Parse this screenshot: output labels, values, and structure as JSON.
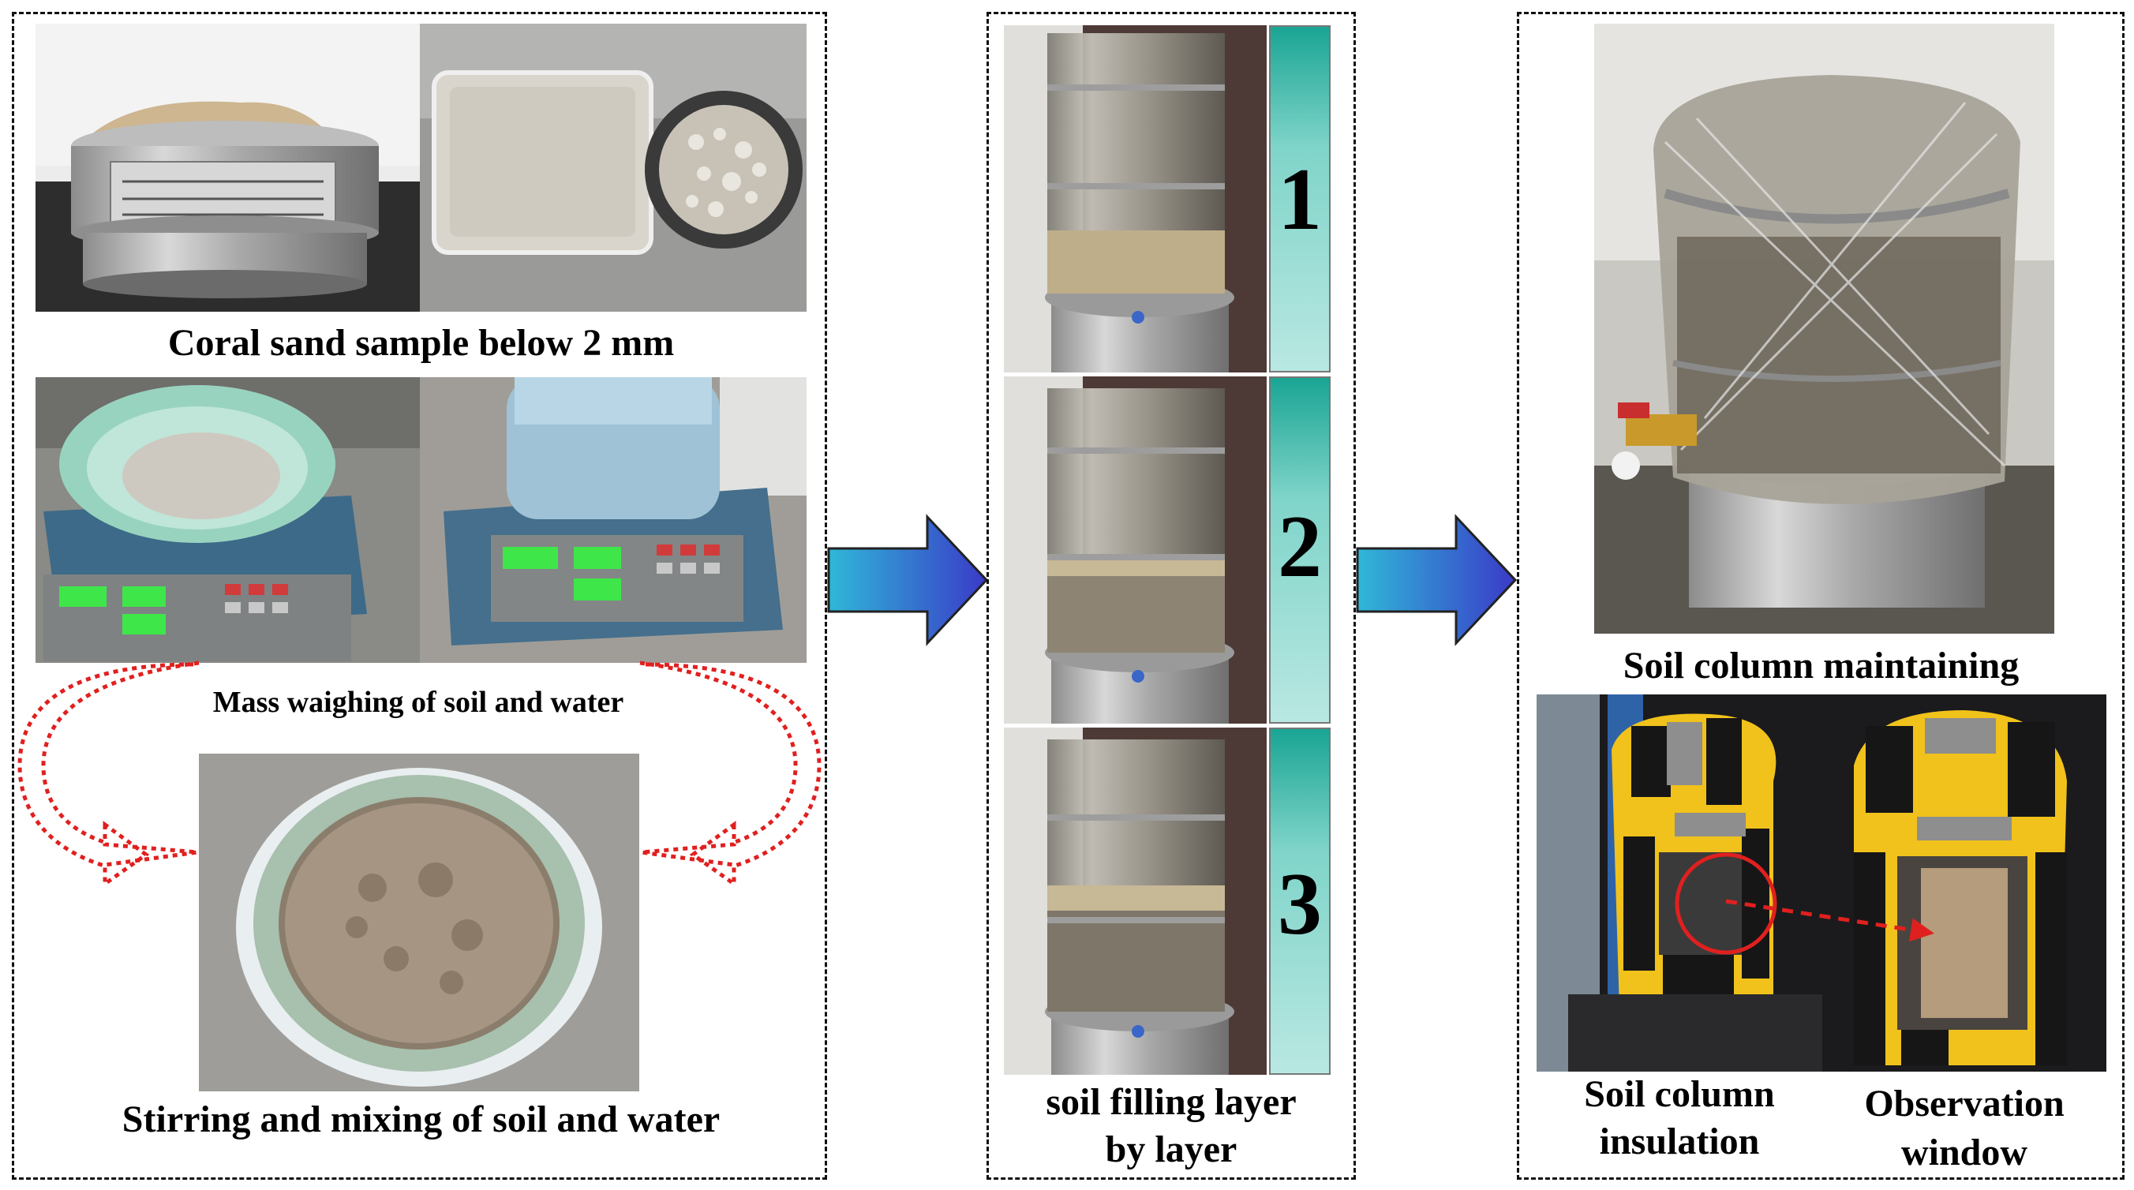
{
  "panel1": {
    "caption_sample": "Coral sand sample below 2 mm",
    "caption_weighing": "Mass waighing of soil and water",
    "caption_mixing": "Stirring and mixing of soil and water"
  },
  "panel2": {
    "layers": [
      "1",
      "2",
      "3"
    ],
    "caption_line1": "soil filling layer",
    "caption_line2": "by layer"
  },
  "panel3": {
    "caption_maintaining": "Soil column maintaining",
    "caption_insulation_line1": "Soil column",
    "caption_insulation_line2": "insulation",
    "caption_window_line1": "Observation",
    "caption_window_line2": "window"
  },
  "colors": {
    "arrow_gradient_start": "#2fb8d8",
    "arrow_gradient_end": "#3a3ac8",
    "layer_bar_top": "#1aa594",
    "layer_bar_bottom": "#b9e8e2",
    "loop_arrow": "#e0201f"
  }
}
